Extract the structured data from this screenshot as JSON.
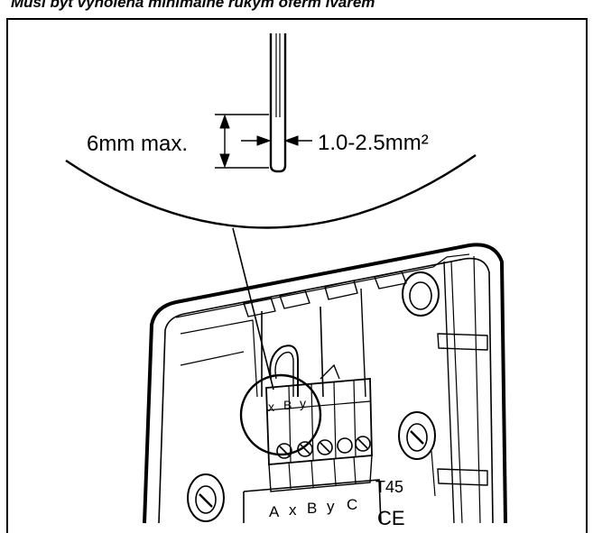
{
  "caption": "Musí být vyholena minimálně rukym oferm lvarem",
  "labels": {
    "strip_length": "6mm max.",
    "wire_section": "1.0-2.5mm²",
    "model": "T45",
    "ce_mark": "CE"
  },
  "terminals": {
    "bottom_row": [
      "A",
      "x",
      "B",
      "y",
      "C"
    ],
    "zoomed_row": [
      "x",
      "B",
      "y"
    ]
  }
}
